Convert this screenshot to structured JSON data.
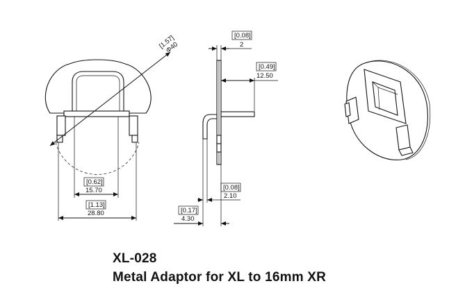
{
  "dimensions": {
    "diameter": {
      "inch": "[1.57]",
      "mm": "Φ40"
    },
    "thickness_top": {
      "inch": "[0.08]",
      "mm": "2"
    },
    "depth": {
      "inch": "[0.49]",
      "mm": "12.50"
    },
    "inner_width": {
      "inch": "[0.62]",
      "mm": "15.70"
    },
    "outer_width": {
      "inch": "[1.13]",
      "mm": "28.80"
    },
    "thickness_bottom": {
      "inch": "[0.08]",
      "mm": "2.10"
    },
    "tab_offset": {
      "inch": "[0.17]",
      "mm": "4.30"
    }
  },
  "caption": {
    "part_number": "XL-028",
    "description": "Metal Adaptor for XL to 16mm XR"
  }
}
